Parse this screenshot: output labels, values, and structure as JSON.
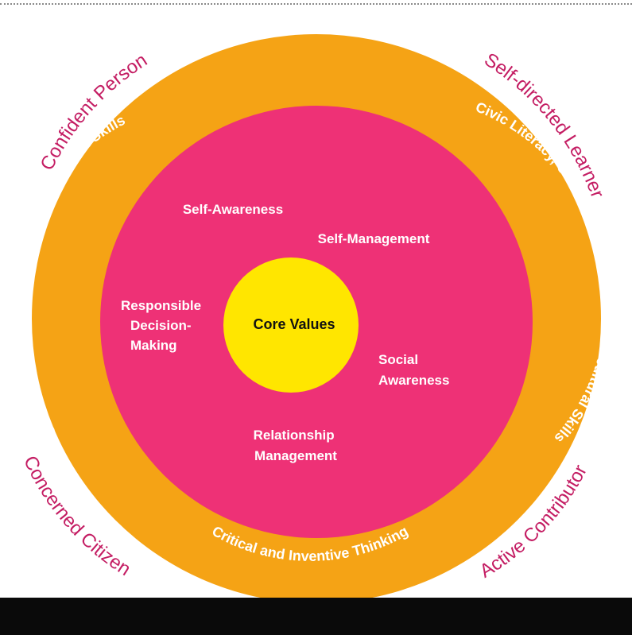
{
  "diagram": {
    "core": "Core Values",
    "competencies": {
      "self_awareness": "Self-Awareness",
      "self_management": "Self-Management",
      "responsible_decision_making": [
        "Responsible",
        "Decision-",
        "Making"
      ],
      "social_awareness": [
        "Social",
        "Awareness"
      ],
      "relationship_management": [
        "Relationship",
        "Management"
      ]
    },
    "ring_skills": {
      "communication": "Communication, Collaboration and Information Skills",
      "civic": "Civic Literacy, Global Awareness and Cross-cultural Skills",
      "critical": "Critical and Inventive Thinking"
    },
    "outcomes": {
      "confident_person": "Confident Person",
      "self_directed_learner": "Self-directed Learner",
      "concerned_citizen": "Concerned Citizen",
      "active_contributor": "Active Contributor"
    },
    "colors": {
      "outer_ring": "#f5a315",
      "middle_circle": "#ee3176",
      "core_circle": "#ffe600",
      "outcome_text": "#c41d63"
    }
  }
}
